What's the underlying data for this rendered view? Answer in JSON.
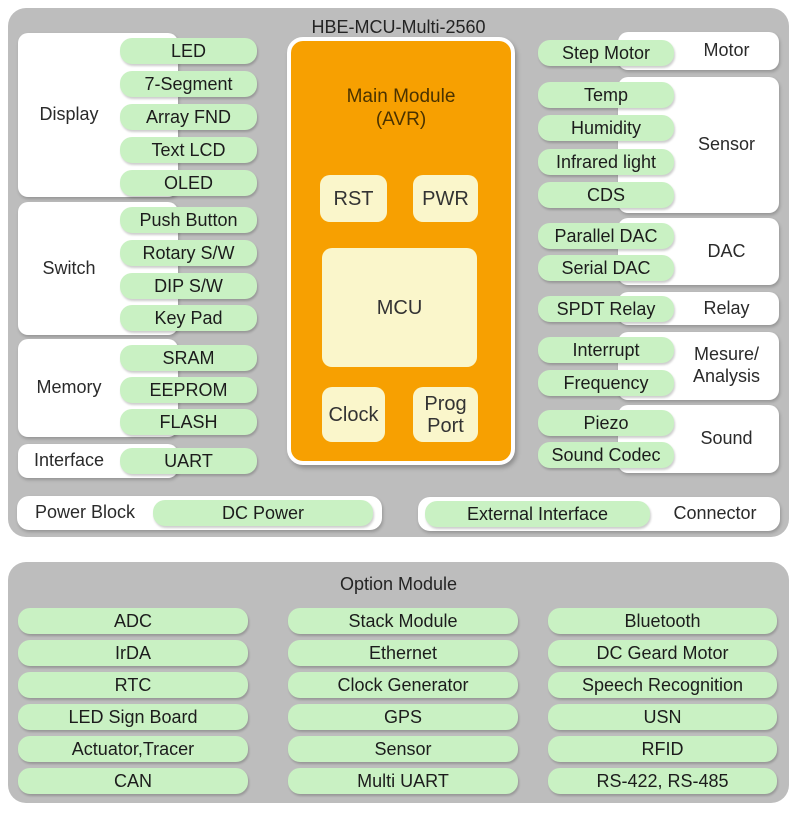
{
  "colors": {
    "panel_gray": "#bdbdbd",
    "pill_green": "#c9f1c3",
    "module_orange": "#f7a001",
    "box_cream": "#faf6cb",
    "box_white": "#ffffff",
    "module_text": "#4a3200"
  },
  "top_panel": {
    "title": "HBE-MCU-Multi-2560",
    "left_groups": [
      {
        "label": "Display",
        "items": [
          "LED",
          "7-Segment",
          "Array FND",
          "Text LCD",
          "OLED"
        ]
      },
      {
        "label": "Switch",
        "items": [
          "Push Button",
          "Rotary S/W",
          "DIP S/W",
          "Key Pad"
        ]
      },
      {
        "label": "Memory",
        "items": [
          "SRAM",
          "EEPROM",
          "FLASH"
        ]
      },
      {
        "label": "Interface",
        "items": [
          "UART"
        ]
      }
    ],
    "main_module": {
      "name_line1": "Main Module",
      "name_line2": "(AVR)",
      "rst": "RST",
      "pwr": "PWR",
      "mcu": "MCU",
      "clock": "Clock",
      "prog_line1": "Prog",
      "prog_line2": "Port"
    },
    "right_groups": [
      {
        "label": "Motor",
        "items": [
          "Step Motor"
        ]
      },
      {
        "label": "Sensor",
        "items": [
          "Temp",
          "Humidity",
          "Infrared light",
          "CDS"
        ]
      },
      {
        "label": "DAC",
        "items": [
          "Parallel DAC",
          "Serial DAC"
        ]
      },
      {
        "label": "Relay",
        "items": [
          "SPDT Relay"
        ]
      },
      {
        "label_line1": "Mesure/",
        "label_line2": "Analysis",
        "items": [
          "Interrupt",
          "Frequency"
        ]
      },
      {
        "label": "Sound",
        "items": [
          "Piezo",
          "Sound Codec"
        ]
      }
    ],
    "power_block": {
      "label": "Power Block",
      "item": "DC Power"
    },
    "connector": {
      "label": "Connector",
      "item": "External Interface"
    }
  },
  "option_panel": {
    "title": "Option Module",
    "columns": [
      [
        "ADC",
        "IrDA",
        "RTC",
        "LED Sign Board",
        "Actuator,Tracer",
        "CAN"
      ],
      [
        "Stack Module",
        "Ethernet",
        "Clock Generator",
        "GPS",
        "Sensor",
        "Multi UART"
      ],
      [
        "Bluetooth",
        "DC Geard Motor",
        "Speech Recognition",
        "USN",
        "RFID",
        "RS-422, RS-485"
      ]
    ]
  }
}
